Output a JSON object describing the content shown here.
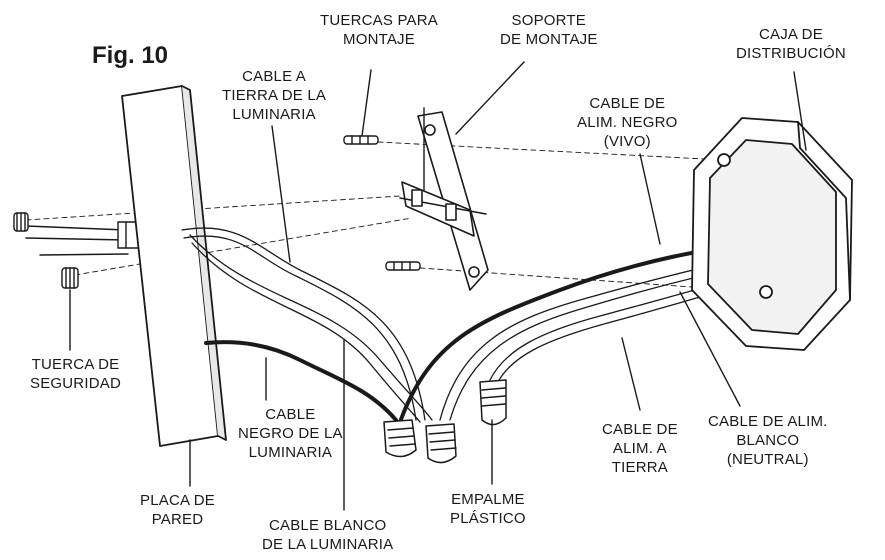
{
  "figure_label": "Fig. 10",
  "labels": {
    "mounting_nuts": [
      "TUERCAS PARA",
      "MONTAJE"
    ],
    "mounting_bracket": [
      "SOPORTE",
      "DE MONTAJE"
    ],
    "junction_box": [
      "CAJA DE",
      "DISTRIBUCIÓN"
    ],
    "fixture_ground_wire": [
      "CABLE A",
      "TIERRA DE LA",
      "LUMINARIA"
    ],
    "supply_black_wire": [
      "CABLE DE",
      "ALIM. NEGRO",
      "(VIVO)"
    ],
    "lock_nut": [
      "TUERCA DE",
      "SEGURIDAD"
    ],
    "fixture_black_wire": [
      "CABLE",
      "NEGRO DE LA",
      "LUMINARIA"
    ],
    "wall_plate": [
      "PLACA DE",
      "PARED"
    ],
    "fixture_white_wire": [
      "CABLE BLANCO",
      "DE LA LUMINARIA"
    ],
    "wire_connector": [
      "EMPALME",
      "PLÁSTICO"
    ],
    "supply_ground_wire": [
      "CABLE DE",
      "ALIM. A",
      "TIERRA"
    ],
    "supply_white_wire": [
      "CABLE DE ALIM.",
      "BLANCO",
      "(NEUTRAL)"
    ]
  },
  "colors": {
    "line": "#1a1a1a",
    "fill": "#ffffff",
    "shade": "#e8e8e8"
  }
}
